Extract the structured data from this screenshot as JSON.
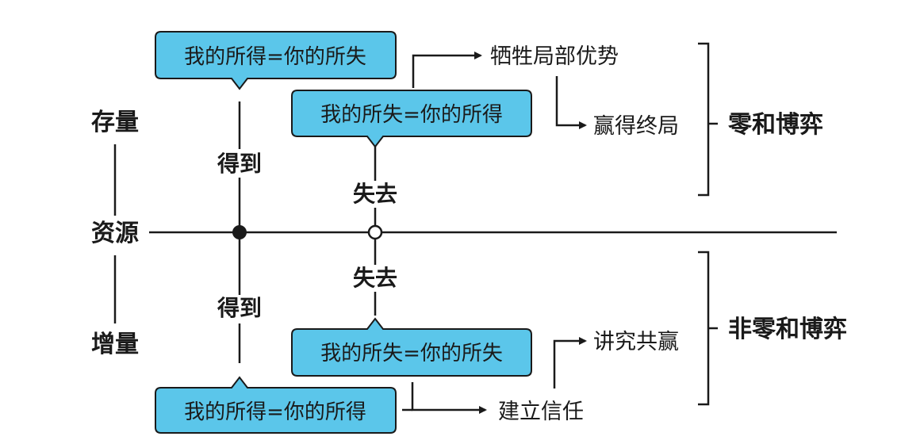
{
  "axis": {
    "top_label": "存量",
    "middle_label": "资源",
    "bottom_label": "增量"
  },
  "upper": {
    "gain_label": "得到",
    "lose_label": "失去",
    "bubble_gain": "我的所得=你的所失",
    "bubble_lose": "我的所失=你的所得",
    "outcome_1": "牺牲局部优势",
    "outcome_2": "赢得终局",
    "game_type": "零和博弈"
  },
  "lower": {
    "gain_label": "得到",
    "lose_label": "失去",
    "bubble_lose": "我的所失=你的所失",
    "bubble_gain": "我的所得=你的所得",
    "outcome_1": "建立信任",
    "outcome_2": "讲究共赢",
    "game_type": "非零和博弈"
  },
  "colors": {
    "bubble_fill": "#5bc6ea",
    "line": "#1a1a1a"
  }
}
